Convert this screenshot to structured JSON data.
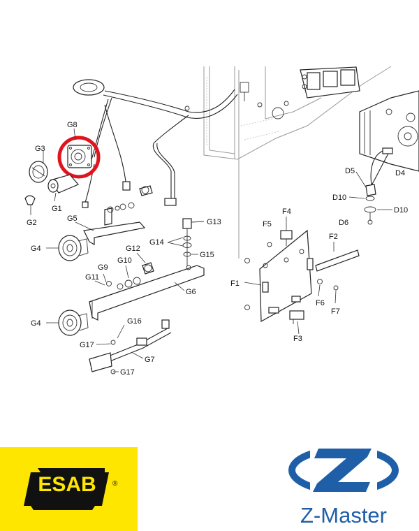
{
  "labels": {
    "G1": "G1",
    "G2": "G2",
    "G3": "G3",
    "G4a": "G4",
    "G4b": "G4",
    "G5": "G5",
    "G6": "G6",
    "G7": "G7",
    "G8": "G8",
    "G9": "G9",
    "G10": "G10",
    "G11": "G11",
    "G12": "G12",
    "G13": "G13",
    "G14": "G14",
    "G15": "G15",
    "G16": "G16",
    "G17a": "G17",
    "G17b": "G17",
    "F1": "F1",
    "F2": "F2",
    "F3": "F3",
    "F4": "F4",
    "F5": "F5",
    "F6": "F6",
    "F7": "F7",
    "D4": "D4",
    "D5": "D5",
    "D6": "D6",
    "D10a": "D10",
    "D10b": "D10"
  },
  "highlight": {
    "part": "G8",
    "color": "#e0141e"
  },
  "logos": {
    "esab": {
      "text": "ESAB",
      "registered": "®",
      "background": "#ffe600",
      "color": "#111111"
    },
    "zmaster": {
      "text": "Z-Master",
      "color": "#1f5fa8"
    }
  }
}
